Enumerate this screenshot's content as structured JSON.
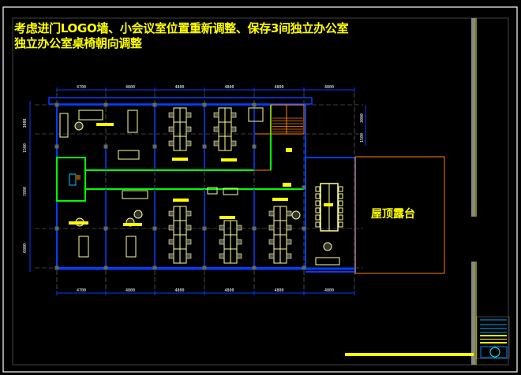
{
  "title": {
    "line1": "考虑进门LOGO墙、小会议室位置重新调整、保存3间独立办公室",
    "line2": "独立办公室桌椅朝向调整"
  },
  "dimensions": {
    "top": [
      "4700",
      "4800",
      "4800",
      "4800",
      "4800",
      "4800"
    ],
    "bottom": [
      "4700",
      "4800",
      "4800",
      "4800",
      "4800",
      "4800"
    ],
    "left": [
      "3000",
      "1500",
      "7800",
      "6000"
    ],
    "right": [
      "3000",
      "1500"
    ]
  },
  "terrace_label": "屋顶露台",
  "colors": {
    "background": "#000000",
    "wall": "#0040ff",
    "partition": "#00ff00",
    "furniture": "#ffff99",
    "label": "#ffff00",
    "stairs": "#ff8000"
  }
}
